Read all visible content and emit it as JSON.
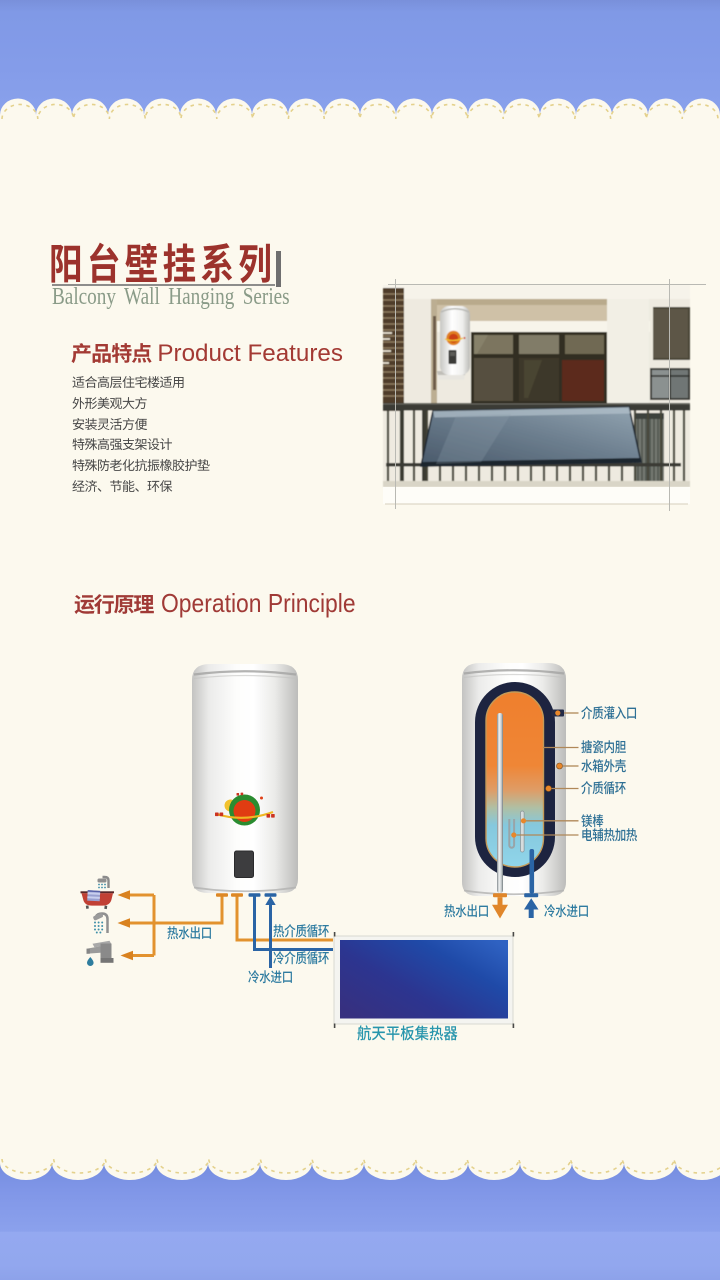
{
  "header": {
    "title_cn": "阳台壁挂系列",
    "title_en": "Balcony Wall Hanging Series"
  },
  "features": {
    "heading_cn": "产品特点",
    "heading_en": "Product Features",
    "items": [
      "适合高层住宅楼适用",
      "外形美观大方",
      "安装灵活方便",
      "特殊高强支架设计",
      "特殊防老化抗振橡胶护垫",
      "经济、节能、环保"
    ]
  },
  "principle": {
    "heading_cn": "运行原理",
    "heading_en": "Operation Principle"
  },
  "diagram": {
    "pipe_labels": {
      "hot_water_outlet": "热水出口",
      "hot_medium_cycle": "热介质循环",
      "cold_medium_cycle": "冷介质循环",
      "cold_water_inlet": "冷水进口"
    },
    "tank_callouts": [
      "介质灌入口",
      "搪瓷内胆",
      "水箱外壳",
      "介质循环",
      "镁棒",
      "电辅热加热"
    ],
    "collector_label": "航天平板集热器"
  },
  "colors": {
    "band_blue": "#8097e7",
    "page_cream": "#fcf9ee",
    "accent_red": "#9c322c",
    "subtitle_green": "#8a9b88",
    "label_teal": "#2d7ba0",
    "pipe_hot_orange": "#e2922e",
    "pipe_cold_blue": "#2a64a5",
    "tank_insulation_navy": "#1d2440",
    "collector_blue": "#2b3a96"
  }
}
